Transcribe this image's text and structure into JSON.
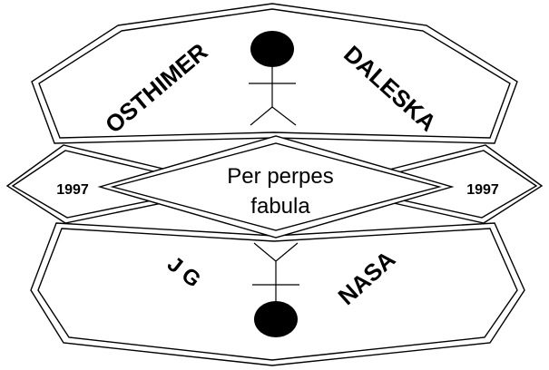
{
  "patch": {
    "top_left_name": "OSTHIMER",
    "top_right_name": "DALESKA",
    "bottom_left_initials": "J G",
    "bottom_right_name": "NASA",
    "year_left": "1997",
    "year_right": "1997",
    "motto_line1": "Per perpes",
    "motto_line2": "fabula"
  },
  "colors": {
    "ink": "#000000",
    "paper": "#ffffff"
  },
  "icons": {
    "top_figure": "stick-figure-icon",
    "bottom_figure": "inverted-stick-figure-icon"
  }
}
